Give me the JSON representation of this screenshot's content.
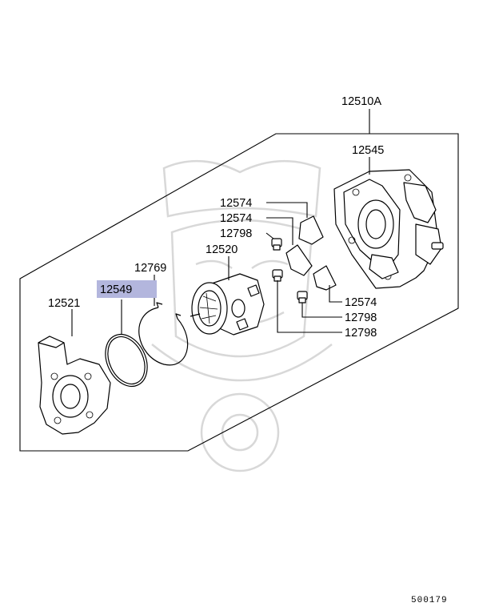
{
  "diagram": {
    "figure_code": "500179",
    "highlight_color": "#b3b6dd",
    "callouts": {
      "assembly": "12510A",
      "bearing_housing": "12545",
      "lock_plate_1": "12574",
      "lock_plate_2": "12574",
      "lock_plate_3": "12574",
      "bolt_1": "12798",
      "bolt_2": "12798",
      "bolt_3": "12798",
      "cartridge": "12520",
      "snap_ring": "12769",
      "o_ring": "12549",
      "turbine_housing": "12521"
    }
  }
}
